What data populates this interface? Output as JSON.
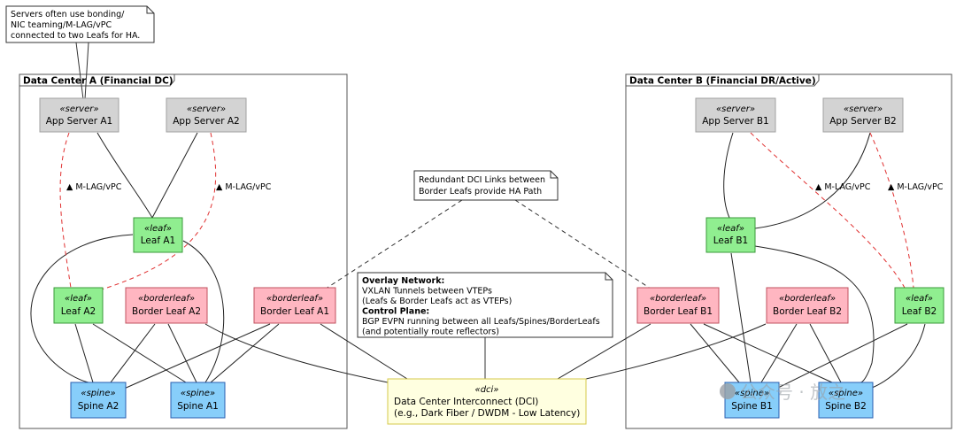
{
  "frames": [
    {
      "id": "dc-a",
      "label": "Data Center A (Financial DC)"
    },
    {
      "id": "dc-b",
      "label": "Data Center B (Financial DR/Active)"
    }
  ],
  "nodes": {
    "app_a1": {
      "stereotype": "«server»",
      "name": "App Server A1"
    },
    "app_a2": {
      "stereotype": "«server»",
      "name": "App Server A2"
    },
    "leaf_a1": {
      "stereotype": "«leaf»",
      "name": "Leaf A1"
    },
    "leaf_a2": {
      "stereotype": "«leaf»",
      "name": "Leaf A2"
    },
    "border_a2": {
      "stereotype": "«borderleaf»",
      "name": "Border Leaf A2"
    },
    "border_a1": {
      "stereotype": "«borderleaf»",
      "name": "Border Leaf A1"
    },
    "spine_a2": {
      "stereotype": "«spine»",
      "name": "Spine A2"
    },
    "spine_a1": {
      "stereotype": "«spine»",
      "name": "Spine A1"
    },
    "app_b1": {
      "stereotype": "«server»",
      "name": "App Server B1"
    },
    "app_b2": {
      "stereotype": "«server»",
      "name": "App Server B2"
    },
    "leaf_b1": {
      "stereotype": "«leaf»",
      "name": "Leaf B1"
    },
    "border_b1": {
      "stereotype": "«borderleaf»",
      "name": "Border Leaf B1"
    },
    "border_b2": {
      "stereotype": "«borderleaf»",
      "name": "Border Leaf B2"
    },
    "leaf_b2": {
      "stereotype": "«leaf»",
      "name": "Leaf B2"
    },
    "spine_b1": {
      "stereotype": "«spine»",
      "name": "Spine B1"
    },
    "spine_b2": {
      "stereotype": "«spine»",
      "name": "Spine B2"
    },
    "dci": {
      "stereotype": "«dci»",
      "name": "Data Center Interconnect (DCI)",
      "detail": "(e.g., Dark Fiber / DWDM - Low Latency)"
    }
  },
  "notes": {
    "bonding": [
      "Servers often use bonding/",
      "NIC teaming/M-LAG/vPC",
      "connected to two Leafs for HA."
    ],
    "dci_links": [
      "Redundant DCI Links between",
      "Border Leafs provide HA Path"
    ],
    "overlay": {
      "overlay_title": "Overlay Network:",
      "overlay_lines": [
        "VXLAN Tunnels between VTEPs",
        "(Leafs & Border Leafs act as VTEPs)"
      ],
      "control_title": "Control Plane:",
      "control_lines": [
        "BGP EVPN running between all Leafs/Spines/BorderLeafs",
        "(and potentially route reflectors)"
      ]
    }
  },
  "edge_labels": {
    "mlag_a1": "▲ M-LAG/vPC",
    "mlag_a2": "▲ M-LAG/vPC",
    "mlag_b1": "▲ M-LAG/vPC",
    "mlag_b2": "▲ M-LAG/vPC"
  },
  "watermark": "公众号 · 放之",
  "colors": {
    "server_fill": "#d3d3d3",
    "server_stroke": "#a0a0a0",
    "leaf_fill": "#90ee90",
    "leaf_stroke": "#3a9a3a",
    "border_fill": "#ffb6c1",
    "border_stroke": "#c0505e",
    "spine_fill": "#87cefa",
    "spine_stroke": "#2a5fb0",
    "dci_fill": "#ffffe0",
    "dci_stroke": "#d6c84a",
    "mlag_edge": "#e03030",
    "edge": "#222222"
  }
}
